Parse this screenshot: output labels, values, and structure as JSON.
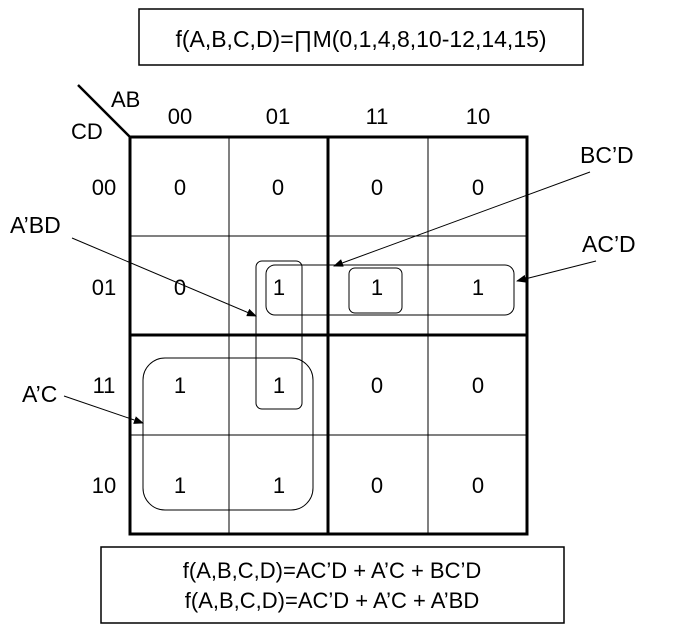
{
  "header_formula": "f(A,B,C,D)=∏M(0,1,4,8,10-12,14,15)",
  "row_var_label": "CD",
  "col_var_label": "AB",
  "col_headers": [
    "00",
    "01",
    "11",
    "10"
  ],
  "row_headers": [
    "00",
    "01",
    "11",
    "10"
  ],
  "cells": [
    [
      "0",
      "0",
      "0",
      "0"
    ],
    [
      "0",
      "1",
      "1",
      "1"
    ],
    [
      "1",
      "1",
      "0",
      "0"
    ],
    [
      "1",
      "1",
      "0",
      "0"
    ]
  ],
  "group_labels": {
    "bc_d": "BC’D",
    "a_bd": "A’BD",
    "ac_d": "AC’D",
    "a_c": "A’C"
  },
  "result_lines": [
    "f(A,B,C,D)=AC’D + A’C + BC’D",
    "f(A,B,C,D)=AC’D + A’C + A’BD"
  ]
}
